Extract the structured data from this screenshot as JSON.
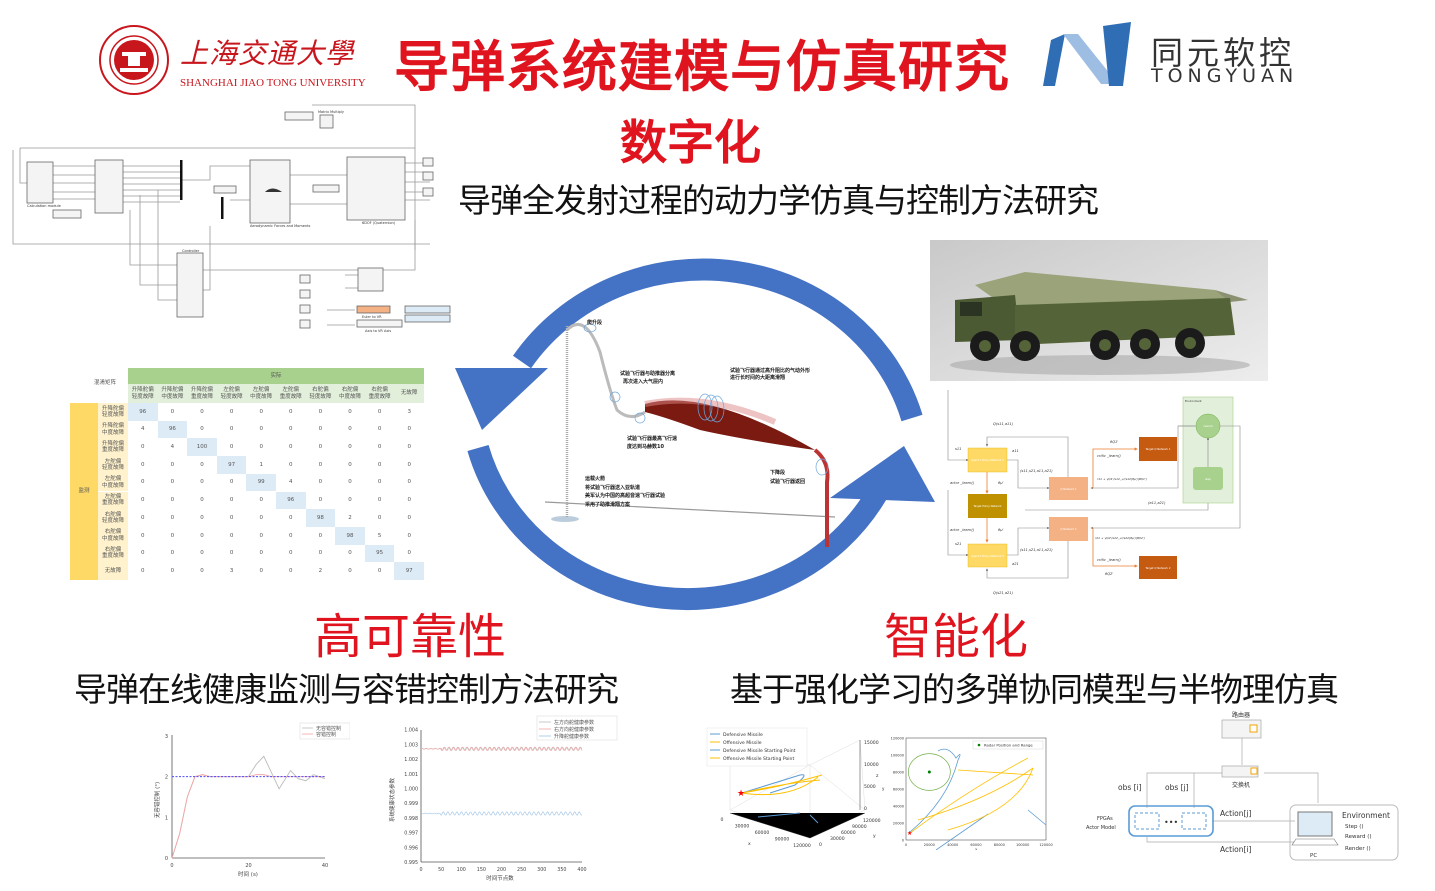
{
  "header": {
    "university_cn": "上海交通大學",
    "university_en": "SHANGHAI JIAO TONG UNIVERSITY",
    "title": "导弹系统建模与仿真研究",
    "partner_cn": "同元软控",
    "partner_en": "TONGYUAN"
  },
  "sections": {
    "digital": {
      "title": "数字化",
      "subtitle": "导弹全发射过程的动力学仿真与控制方法研究"
    },
    "reliability": {
      "title": "高可靠性",
      "subtitle": "导弹在线健康监测与容错控制方法研究"
    },
    "intelligent": {
      "title": "智能化",
      "subtitle": "基于强化学习的多弹协同模型与半物理仿真"
    }
  },
  "simulink": {
    "calc_module": "Calculation module",
    "aero": "Aerodynamic Forces and Moments",
    "sixdof": "6DOF (Quaternion)",
    "controller": "Controller",
    "matrix_multiply": "Matrix Multiply",
    "euler_vr": "Euler to VR",
    "axis_vr": "Axis to VR Axis"
  },
  "trajectory": {
    "climb": "爬升段",
    "separation_1": "试验飞行器与助推器分离",
    "separation_2": "再次进入大气层内",
    "glide_1": "试验飞行器通过高升阻比的气动外形",
    "glide_2": "进行长时间的大距离滑翔",
    "mach_1": "试验飞行器最高飞行速",
    "mach_2": "度达到马赫数10",
    "descent_1": "下降段",
    "descent_2": "试验飞行器返回",
    "rocket_1": "运载火箭",
    "rocket_2": "将试验飞行器送入亚轨道",
    "rocket_3": "美军认为中国的高超音速飞行器试验",
    "rocket_4": "采用了助推滑翔方案"
  },
  "confusion_matrix": {
    "corner": "混淆矩阵",
    "actual": "实际",
    "monitored": "监测",
    "labels": [
      "升降舵偏\n轻度故障",
      "升降舵偏\n中度故障",
      "升降舵偏\n重度故障",
      "左舵偏\n轻度故障",
      "左舵偏\n中度故障",
      "左舵偏\n重度故障",
      "右舵偏\n轻度故障",
      "右舵偏\n中度故障",
      "右舵偏\n重度故障",
      "无故障"
    ],
    "values": [
      [
        96,
        0,
        0,
        0,
        0,
        0,
        0,
        0,
        0,
        3
      ],
      [
        4,
        96,
        0,
        0,
        0,
        0,
        0,
        0,
        0,
        0
      ],
      [
        0,
        4,
        100,
        0,
        0,
        0,
        0,
        0,
        0,
        0
      ],
      [
        0,
        0,
        0,
        97,
        1,
        0,
        0,
        0,
        0,
        0
      ],
      [
        0,
        0,
        0,
        0,
        99,
        4,
        0,
        0,
        0,
        0
      ],
      [
        0,
        0,
        0,
        0,
        0,
        96,
        0,
        0,
        0,
        0
      ],
      [
        0,
        0,
        0,
        0,
        0,
        0,
        98,
        2,
        0,
        0
      ],
      [
        0,
        0,
        0,
        0,
        0,
        0,
        0,
        98,
        5,
        0
      ],
      [
        0,
        0,
        0,
        0,
        0,
        0,
        0,
        0,
        95,
        0
      ],
      [
        0,
        0,
        0,
        3,
        0,
        0,
        2,
        0,
        0,
        97
      ]
    ]
  },
  "rl_diagram": {
    "agent1": "Agent 1 Policy Network 1",
    "target_policy": "Target Policy Network",
    "agent2": "Agent 2 Policy Network 2",
    "q1": "Q Network 1",
    "q2": "Q Network 2",
    "target_q1": "Target Q Network 1",
    "target_q2": "Target Q Network 2",
    "environment": "Environment",
    "reward": "reward",
    "step": "step",
    "actor_learn": "actor _learn()",
    "critic_learn": "critic _learn()",
    "q_top": "Q(s11,a11)",
    "q_bottom": "Q(s21,a21)",
    "s11": "s11",
    "a11": "a11",
    "s21": "s21",
    "a21": "a21",
    "tuple": "(s11,s21,a11,a21)",
    "actions": "(a11,a21)",
    "theta_mu": "θμ'",
    "theta_q1": "θQ1'",
    "theta_q2": "θQ2'",
    "target_1": "r11 + γQ1'(s12, μ'(s12|θμ')|θQ1')",
    "target_2": "r21 + γQ2'(s22, μ'(s22|θμ')|θQ2')"
  },
  "chart_data": [
    {
      "type": "line",
      "title": "",
      "xlabel": "时间 (s)",
      "ylabel": "无容错控制 (°)",
      "xlim": [
        0,
        40
      ],
      "ylim": [
        0,
        3
      ],
      "xticks": [
        0,
        20,
        40
      ],
      "yticks": [
        0,
        1,
        2,
        3
      ],
      "legend": [
        "无容错控制",
        "容错控制"
      ],
      "legend_position": "top-right",
      "series": [
        {
          "name": "无容错控制",
          "x": [
            0,
            2,
            4,
            6,
            8,
            10,
            20,
            22,
            24,
            26,
            28,
            30,
            31,
            33,
            35,
            37,
            40
          ],
          "y": [
            0,
            0.6,
            1.5,
            2.0,
            2.05,
            2.0,
            2.0,
            2.3,
            2.5,
            2.1,
            1.7,
            2.0,
            2.15,
            1.95,
            1.9,
            2.05,
            1.95
          ]
        },
        {
          "name": "容错控制",
          "x": [
            0,
            2,
            4,
            6,
            8,
            10,
            20,
            22,
            24,
            26,
            40
          ],
          "y": [
            0,
            0.6,
            1.5,
            2.0,
            2.05,
            2.0,
            2.0,
            2.05,
            2.05,
            2.0,
            2.0
          ]
        },
        {
          "name": "reference",
          "x": [
            0,
            40
          ],
          "y": [
            2,
            2
          ]
        }
      ]
    },
    {
      "type": "line",
      "title": "",
      "xlabel": "时间节点数",
      "ylabel": "系统健康状态参数",
      "xlim": [
        0,
        400
      ],
      "ylim": [
        0.995,
        1.0045
      ],
      "xticks": [
        0,
        50,
        100,
        150,
        200,
        250,
        300,
        350,
        400
      ],
      "yticks": [
        "0.995",
        "0.996",
        "0.997",
        "0.998",
        "0.999",
        "1.000",
        "1.001",
        "1.002",
        "1.003",
        "1.004"
      ],
      "legend": [
        "左方向舵健康参数",
        "右方向舵健康参数",
        "升降舵健康参数"
      ],
      "legend_position": "top-right",
      "series": [
        {
          "name": "左方向舵健康参数",
          "mean": 1.0027
        },
        {
          "name": "右方向舵健康参数",
          "mean": 1.0027
        },
        {
          "name": "升降舵健康参数",
          "mean": 0.9983
        }
      ]
    },
    {
      "type": "line",
      "title": "",
      "xlabel": "x",
      "ylabel": "y",
      "zlabel": "z",
      "xticks": [
        "0",
        "30000",
        "60000",
        "90000",
        "120000"
      ],
      "yticks": [
        "0",
        "30000",
        "60000",
        "90000",
        "120000"
      ],
      "zticks": [
        "0",
        "5000",
        "10000",
        "15000"
      ],
      "legend": [
        "Defensive Missile",
        "Offensive Missile",
        "Defensive Missile Starting Point",
        "Offensive Missile Starting Point"
      ],
      "legend_position": "top-left"
    },
    {
      "type": "line",
      "title": "",
      "xlabel": "x",
      "ylabel": "y",
      "xlim": [
        0,
        120000
      ],
      "ylim": [
        0,
        120000
      ],
      "xticks": [
        "0",
        "20000",
        "40000",
        "60000",
        "80000",
        "100000",
        "120000"
      ],
      "yticks": [
        "0",
        "20000",
        "40000",
        "60000",
        "80000",
        "100000",
        "120000"
      ],
      "legend": [
        "Radar Position and Range"
      ],
      "legend_position": "top-right",
      "radar": {
        "x": 20000,
        "y": 80000,
        "range": 18000
      }
    }
  ],
  "network": {
    "router": "路由器",
    "switch": "交换机",
    "obs_i": "obs [i]",
    "obs_j": "obs [j]",
    "fpga_1": "FPGAs",
    "fpga_2": "Actor Model",
    "action_j": "Action[j]",
    "action_i": "Action[i]",
    "environment": "Environment",
    "methods": [
      "Step ()",
      "Reward ()",
      "Render ()"
    ],
    "pc": "PC"
  },
  "colors": {
    "title_red": "#e0141e",
    "arrow_blue": "#4472c4",
    "header_green": "#a9d18e",
    "monitor_yellow": "#ffd966",
    "diag_blue": "#ddebf7"
  }
}
